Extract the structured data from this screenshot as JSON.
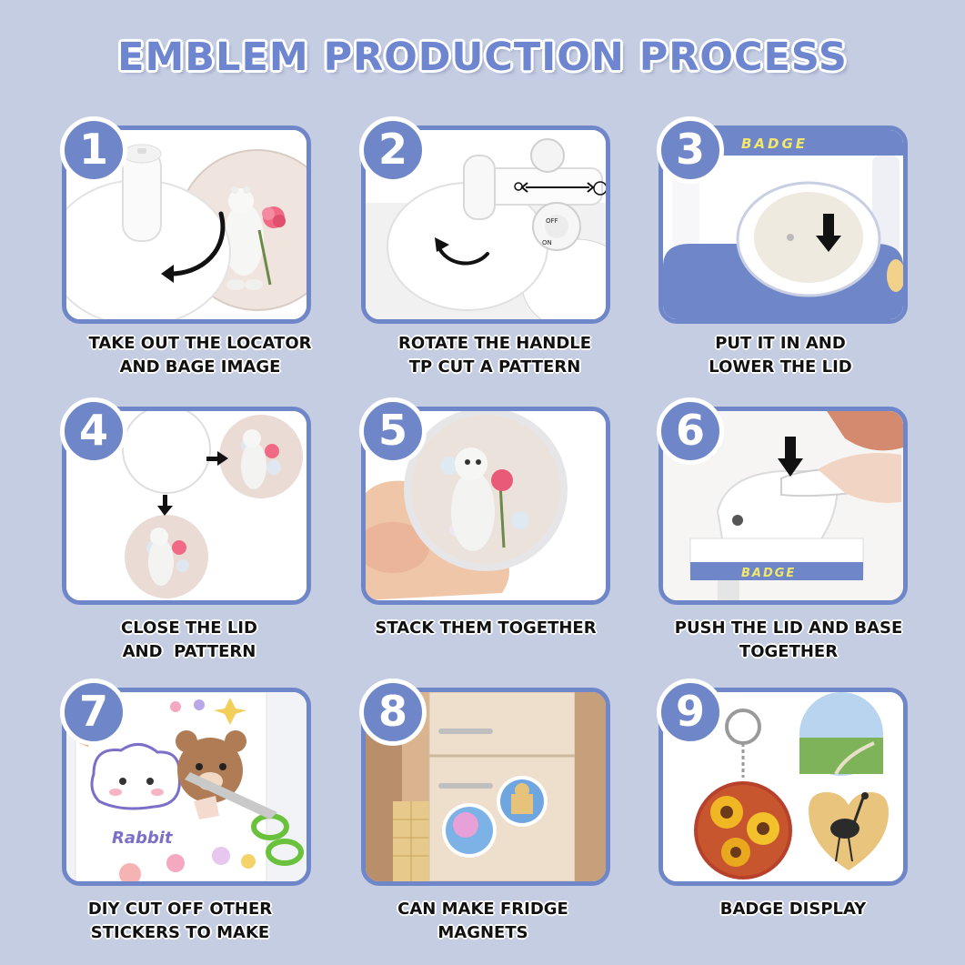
{
  "title": "EMBLEM PRODUCTION PROCESS",
  "colors": {
    "background": "#c5cde3",
    "accent": "#6f86c9",
    "title": "#6e86cf"
  },
  "device_label": "BADGE",
  "steps": [
    {
      "number": "1",
      "caption": "TAKE OUT THE LOCATOR\nAND BAGE IMAGE"
    },
    {
      "number": "2",
      "caption": "ROTATE THE HANDLE\nTP CUT A PATTERN",
      "switch_off": "OFF",
      "switch_on": "ON"
    },
    {
      "number": "3",
      "caption": "PUT IT IN AND\nLOWER THE LID"
    },
    {
      "number": "4",
      "caption": "CLOSE THE LID\nAND  PATTERN"
    },
    {
      "number": "5",
      "caption": "STACK THEM TOGETHER"
    },
    {
      "number": "6",
      "caption": "PUSH THE LID AND BASE\nTOGETHER"
    },
    {
      "number": "7",
      "caption": "DIY CUT OFF OTHER\nSTICKERS TO MAKE",
      "sticker_text": "Rabbit"
    },
    {
      "number": "8",
      "caption": "CAN MAKE FRIDGE\nMAGNETS"
    },
    {
      "number": "9",
      "caption": "BADGE DISPLAY"
    }
  ]
}
